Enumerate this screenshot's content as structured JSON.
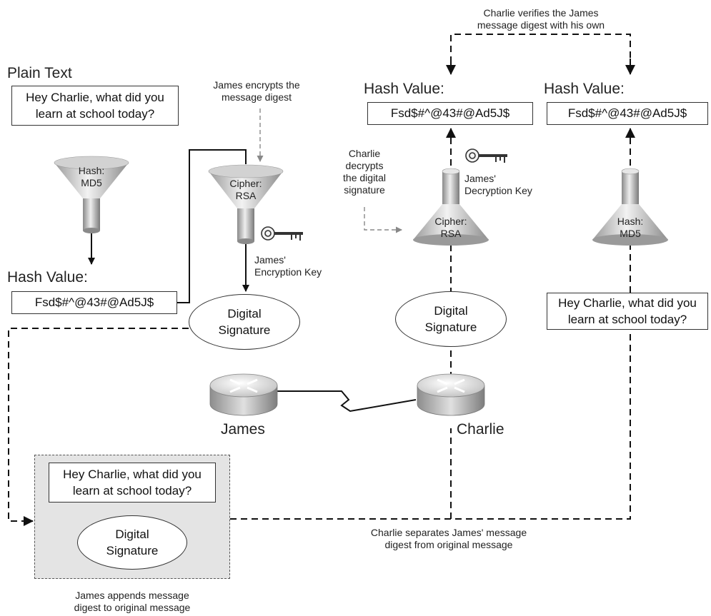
{
  "sender": {
    "plain_text_heading": "Plain Text",
    "plain_text_message": [
      "Hey Charlie, what did you",
      "learn at school today?"
    ],
    "hash_funnel": [
      "Hash:",
      "MD5"
    ],
    "hash_value_heading": "Hash Value:",
    "hash_value": "Fsd$#^@43#@Ad5J$",
    "encrypt_note": [
      "James encrypts the",
      "message digest"
    ],
    "cipher_funnel": [
      "Cipher:",
      "RSA"
    ],
    "encryption_key_label": [
      "James'",
      "Encryption Key"
    ],
    "digital_signature": [
      "Digital",
      "Signature"
    ]
  },
  "network": {
    "sender_router": "James",
    "receiver_router": "Charlie"
  },
  "bundle": {
    "message": [
      "Hey Charlie, what did you",
      "learn at school today?"
    ],
    "digital_signature": [
      "Digital",
      "Signature"
    ],
    "caption": [
      "James appends message",
      "digest to original message"
    ]
  },
  "receiver": {
    "verify_note": [
      "Charlie verifies the James",
      "message digest with his own"
    ],
    "decrypted_hash_heading": "Hash Value:",
    "decrypted_hash_value": "Fsd$#^@43#@Ad5J$",
    "computed_hash_heading": "Hash Value:",
    "computed_hash_value": "Fsd$#^@43#@Ad5J$",
    "decrypt_note": [
      "Charlie",
      "decrypts",
      "the digital",
      "signature"
    ],
    "decryption_key_label": [
      "James'",
      "Decryption Key"
    ],
    "cipher_funnel": [
      "Cipher:",
      "RSA"
    ],
    "hash_funnel": [
      "Hash:",
      "MD5"
    ],
    "digital_signature": [
      "Digital",
      "Signature"
    ],
    "received_message": [
      "Hey Charlie, what did you",
      "learn at school today?"
    ],
    "separate_note": [
      "Charlie separates James' message",
      "digest from original message"
    ]
  }
}
